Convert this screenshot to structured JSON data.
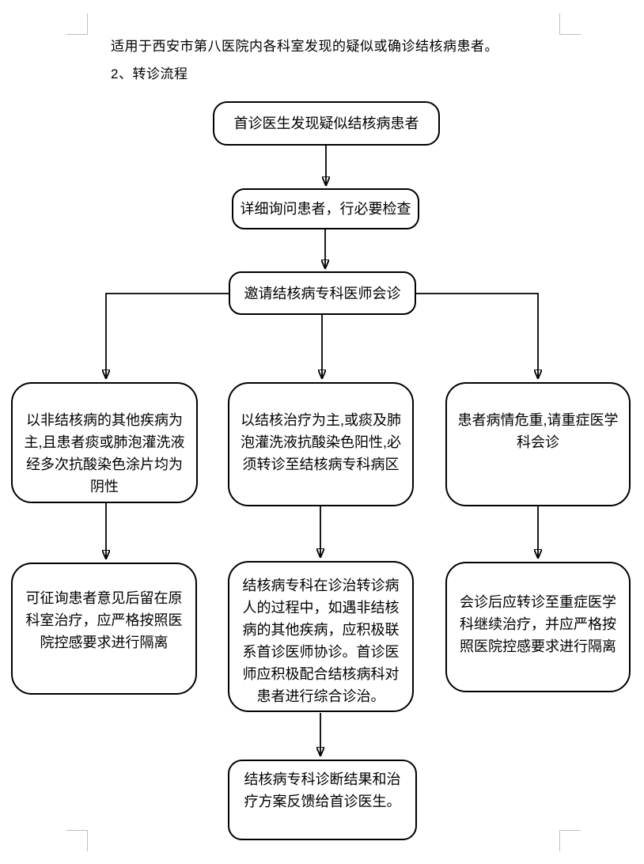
{
  "document": {
    "intro": "适用于西安市第八医院内各科室发现的疑似或确诊结核病患者。",
    "heading": "2、转诊流程"
  },
  "flowchart": {
    "nodes": [
      {
        "id": "start",
        "text": "首诊医生发现疑似结核病患者"
      },
      {
        "id": "examine",
        "text": "详细询问患者，行必要检查"
      },
      {
        "id": "consult",
        "text": "邀请结核病专科医师会诊"
      },
      {
        "id": "branch-non-tb",
        "text": "以非结核病的其他疾病为\n主,且患者痰或肺泡灌洗液\n经多次抗酸染色涂片均为\n阴性"
      },
      {
        "id": "branch-tb",
        "text": "以结核治疗为主,或痰及肺\n泡灌洗液抗酸染色阳性,必\n须转诊至结核病专科病区"
      },
      {
        "id": "branch-critical",
        "text": "患者病情危重,请重症医学\n科会诊"
      },
      {
        "id": "outcome-stay",
        "text": "可征询患者意见后留在原\n科室治疗，应严格按照医\n院控感要求进行隔离"
      },
      {
        "id": "outcome-tb-dept",
        "text": "结核病专科在诊治转诊病\n人的过程中，如遇非结核\n病的其他疾病，应积极联\n系首诊医师协诊。首诊医\n师应积极配合结核病科对\n患者进行综合诊治。"
      },
      {
        "id": "outcome-icu",
        "text": "会诊后应转诊至重症医学\n科继续治疗，并应严格按\n照医院控感要求进行隔离"
      },
      {
        "id": "feedback",
        "text": "结核病专科诊断结果和治\n疗方案反馈给首诊医生。"
      }
    ]
  },
  "colors": {
    "page_bg": "#ffffff",
    "text": "#000000",
    "node_border": "#000000",
    "connector": "#000000",
    "crop_mark": "#bfbfbf"
  }
}
